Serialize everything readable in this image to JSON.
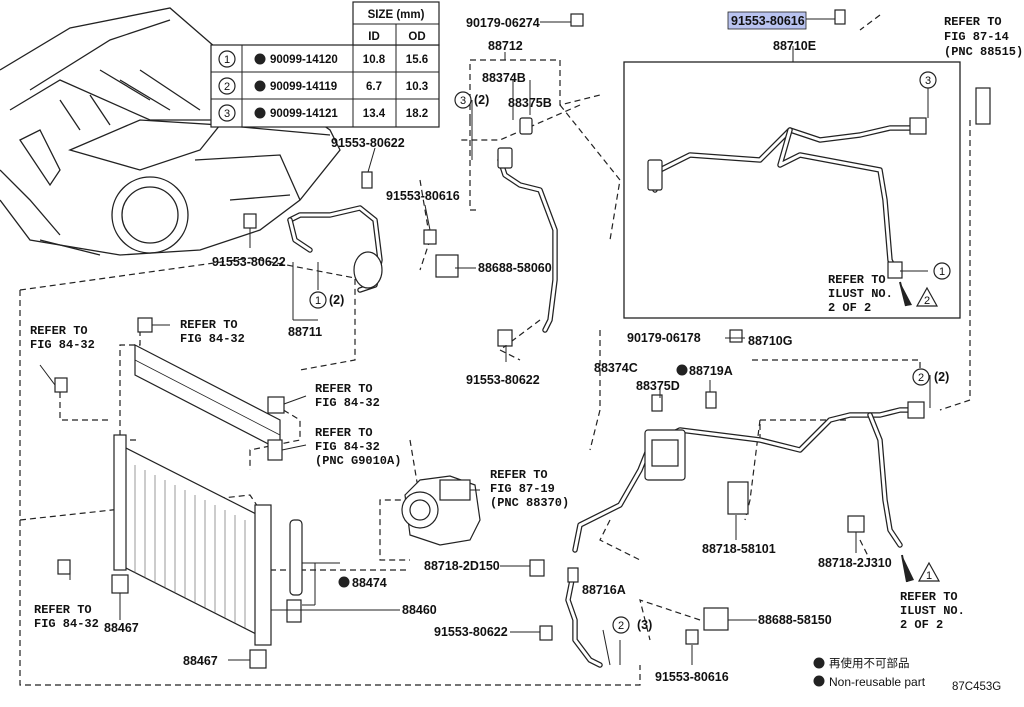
{
  "size_table": {
    "header": "SIZE (mm)",
    "col_id": "ID",
    "col_od": "OD",
    "rows": [
      {
        "num": "1",
        "part": "90099-14120",
        "id": "10.8",
        "od": "15.6"
      },
      {
        "num": "2",
        "part": "90099-14119",
        "id": "6.7",
        "od": "10.3"
      },
      {
        "num": "3",
        "part": "90099-14121",
        "id": "13.4",
        "od": "18.2"
      }
    ]
  },
  "labels": {
    "p90179_06274": "90179-06274",
    "p88712": "88712",
    "p88374B": "88374B",
    "p88375B": "88375B",
    "p91553_80616_hl": "91553-80616",
    "p88710E": "88710E",
    "p91553_80622_a": "91553-80622",
    "p91553_80616_a": "91553-80616",
    "p91553_80622_b": "91553-80622",
    "p88711": "88711",
    "p88688_58060": "88688-58060",
    "p91553_80622_c": "91553-80622",
    "p90179_06178": "90179-06178",
    "p88710G": "88710G",
    "p88374C": "88374C",
    "p88719A": "88719A",
    "p88375D": "88375D",
    "p88718_58101": "88718-58101",
    "p88718_2J310": "88718-2J310",
    "p88718_2D150": "88718-2D150",
    "p88716A": "88716A",
    "p91553_80622_d": "91553-80622",
    "p88688_58150": "88688-58150",
    "p91553_80616_b": "91553-80616",
    "p88474": "88474",
    "p88460": "88460",
    "p88467_a": "88467",
    "p88467_b": "88467"
  },
  "qty": {
    "q3_2_a": "(2)",
    "q1_2": "(2)",
    "q2_2": "(2)",
    "q2_3": "(3)"
  },
  "refs": {
    "fig87_14": [
      "REFER TO",
      "FIG 87-14",
      "(PNC 88515)"
    ],
    "ilust_1of2": [
      "REFER TO",
      "ILUST NO.",
      "2 OF 2"
    ],
    "ilust_2of2": [
      "REFER TO",
      "ILUST NO.",
      "2 OF 2"
    ],
    "fig84_32_left": [
      "REFER TO",
      "FIG 84-32"
    ],
    "fig84_32_top": [
      "REFER TO",
      "FIG 84-32"
    ],
    "fig84_32_mid": [
      "REFER TO",
      "FIG 84-32"
    ],
    "fig84_32_g9010": [
      "REFER TO",
      "FIG 84-32",
      "(PNC G9010A)"
    ],
    "fig87_19": [
      "REFER TO",
      "FIG 87-19",
      "(PNC 88370)"
    ],
    "fig84_32_bottom": [
      "REFER TO",
      "FIG 84-32"
    ]
  },
  "circle_nums": {
    "c3_top": "3",
    "c3_right": "3",
    "c1_right": "1",
    "c1_mid": "1",
    "c2_right": "2",
    "c2_bottom": "2",
    "tri_2": "2",
    "tri_1": "1"
  },
  "legend": {
    "jp": "再使用不可部品",
    "en": "Non-reusable part"
  },
  "figure_code": "87C453G",
  "colors": {
    "highlight": "#b9c3f0",
    "ink": "#222222"
  }
}
